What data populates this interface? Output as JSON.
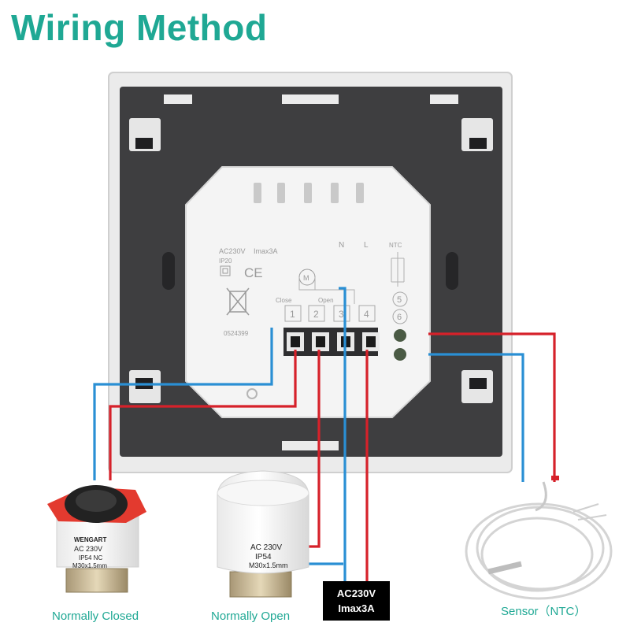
{
  "title": "Wiring Method",
  "panel": {
    "rating": "AC230V",
    "current": "Imax3A",
    "ip": "IP20",
    "ce_mark": "CE",
    "serial": "0524399",
    "label_close": "Close",
    "label_open": "Open",
    "label_n": "N",
    "label_l": "L",
    "label_ntc": "NTC",
    "motor_symbol": "M",
    "terminals": [
      "1",
      "2",
      "3",
      "4",
      "5",
      "6"
    ]
  },
  "power": {
    "line1": "AC230V",
    "line2": "Imax3A"
  },
  "actuator_nc": {
    "brand": "WENGART",
    "spec1": "AC 230V",
    "spec2": "IP54 NC",
    "spec3": "M30x1.5mm"
  },
  "actuator_no": {
    "spec1": "AC 230V",
    "spec2": "IP54",
    "spec3": "M30x1.5mm"
  },
  "captions": {
    "normally_closed": "Normally Closed",
    "normally_open": "Normally Open",
    "sensor": "Sensor（NTC）"
  },
  "colors": {
    "title": "#1fa894",
    "wire_red": "#d6212a",
    "wire_blue": "#2a8fd4",
    "panel_dark": "#3e3e40",
    "caption": "#1fa894"
  }
}
